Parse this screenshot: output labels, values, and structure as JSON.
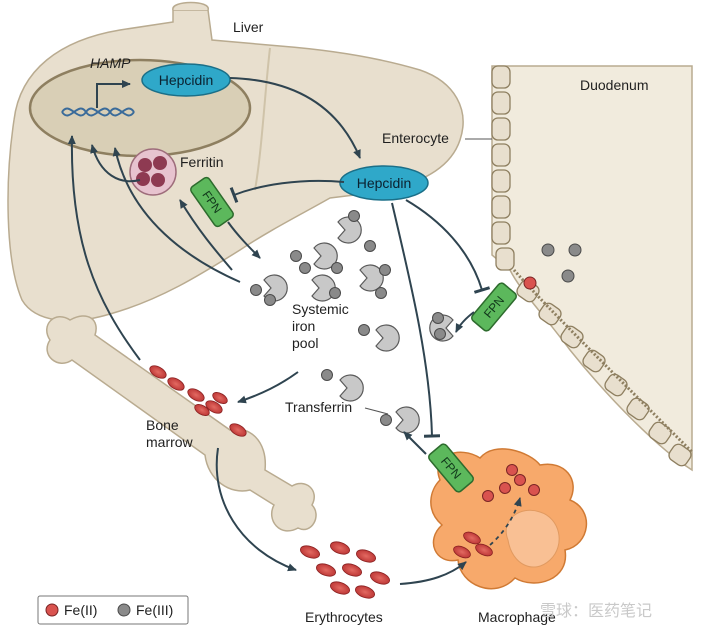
{
  "labels": {
    "liver": "Liver",
    "hamp": "HAMP",
    "hepcidin_nucleus": "Hepcidin",
    "hepcidin_circulating": "Hepcidin",
    "ferritin": "Ferritin",
    "duodenum": "Duodenum",
    "enterocyte": "Enterocyte",
    "systemic_pool": [
      "Systemic",
      "iron",
      "pool"
    ],
    "transferrin": "Transferrin",
    "bone_marrow": [
      "Bone",
      "marrow"
    ],
    "erythrocytes": "Erythrocytes",
    "macrophage": "Macrophage",
    "fpn_liver": "FPN",
    "fpn_enterocyte": "FPN",
    "fpn_macrophage": "FPN",
    "watermark": "雪球：医药笔记"
  },
  "legend": [
    {
      "label": "Fe(II)",
      "color": "#d9534f"
    },
    {
      "label": "Fe(III)",
      "color": "#8a8a8a"
    }
  ],
  "colors": {
    "liver_fill": "#e8dfce",
    "liver_stroke": "#b9ab90",
    "nucleus_fill": "#d9cfb6",
    "hepcidin_pill": "#2fa8c9",
    "fpn_green": "#5cb85c",
    "iron_gray": "#8a8a8a",
    "iron_red": "#d9534f",
    "macrophage": "#f7a96b",
    "arrow": "#2f4450"
  }
}
